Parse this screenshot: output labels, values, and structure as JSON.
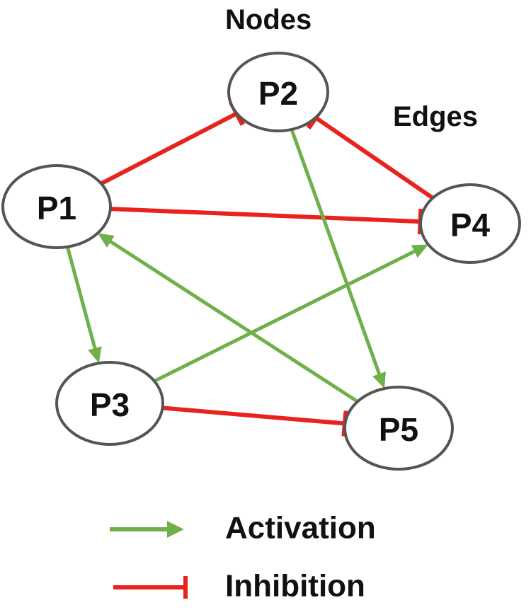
{
  "labels": {
    "nodes_caption": "Nodes",
    "edges_caption": "Edges"
  },
  "nodes": [
    {
      "id": "P1",
      "label": "P1"
    },
    {
      "id": "P2",
      "label": "P2"
    },
    {
      "id": "P3",
      "label": "P3"
    },
    {
      "id": "P4",
      "label": "P4"
    },
    {
      "id": "P5",
      "label": "P5"
    }
  ],
  "edges": [
    {
      "from": "P1",
      "to": "P2",
      "type": "inhibition"
    },
    {
      "from": "P4",
      "to": "P2",
      "type": "inhibition"
    },
    {
      "from": "P1",
      "to": "P4",
      "type": "inhibition"
    },
    {
      "from": "P3",
      "to": "P5",
      "type": "inhibition"
    },
    {
      "from": "P1",
      "to": "P3",
      "type": "activation"
    },
    {
      "from": "P2",
      "to": "P5",
      "type": "activation"
    },
    {
      "from": "P3",
      "to": "P4",
      "type": "activation"
    },
    {
      "from": "P5",
      "to": "P1",
      "type": "activation"
    }
  ],
  "legend": {
    "activation_label": "Activation",
    "inhibition_label": "Inhibition"
  },
  "colors": {
    "activation": "#6fb04a",
    "inhibition": "#e8231e",
    "node_border": "#555555"
  }
}
